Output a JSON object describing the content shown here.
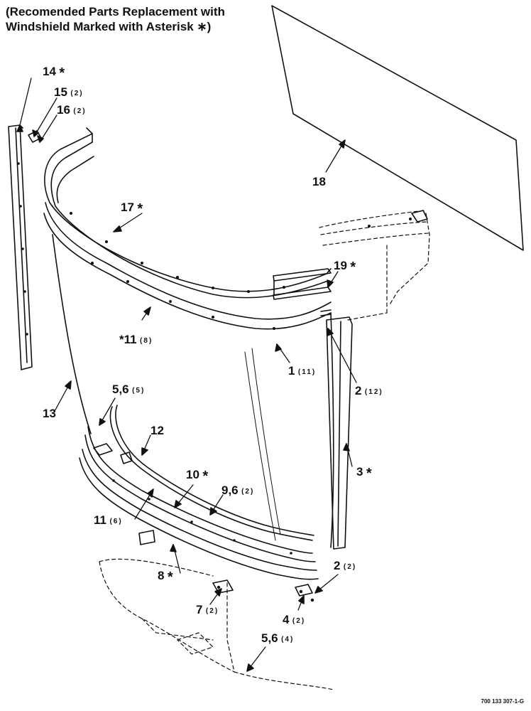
{
  "note": "(Recomended Parts Replacement with\nWindshield Marked with Asterisk ∗)",
  "drawing_code": "700 133 307-1-G",
  "callouts": [
    {
      "id": "c14",
      "num": "14",
      "qty": "",
      "star": "*"
    },
    {
      "id": "c15",
      "num": "15",
      "qty": "(2)",
      "star": ""
    },
    {
      "id": "c16",
      "num": "16",
      "qty": "(2)",
      "star": ""
    },
    {
      "id": "c18",
      "num": "18",
      "qty": "",
      "star": ""
    },
    {
      "id": "c17",
      "num": "17",
      "qty": "",
      "star": "*"
    },
    {
      "id": "c19",
      "num": "19",
      "qty": "",
      "star": "*"
    },
    {
      "id": "c11a",
      "num": "*11",
      "qty": "(8)",
      "star": ""
    },
    {
      "id": "c1",
      "num": "1",
      "qty": "(11)",
      "star": ""
    },
    {
      "id": "c2a",
      "num": "2",
      "qty": "(12)",
      "star": ""
    },
    {
      "id": "c13",
      "num": "13",
      "qty": "",
      "star": ""
    },
    {
      "id": "c56a",
      "num": "5,6",
      "qty": "(5)",
      "star": ""
    },
    {
      "id": "c12",
      "num": "12",
      "qty": "",
      "star": ""
    },
    {
      "id": "c3",
      "num": "3",
      "qty": "",
      "star": "*"
    },
    {
      "id": "c10",
      "num": "10",
      "qty": "",
      "star": "*"
    },
    {
      "id": "c96",
      "num": "9,6",
      "qty": "(2)",
      "star": ""
    },
    {
      "id": "c11b",
      "num": "11",
      "qty": "(6)",
      "star": ""
    },
    {
      "id": "c8",
      "num": "8",
      "qty": "",
      "star": "*"
    },
    {
      "id": "c2b",
      "num": "2",
      "qty": "(2)",
      "star": ""
    },
    {
      "id": "c7",
      "num": "7",
      "qty": "(2)",
      "star": ""
    },
    {
      "id": "c4",
      "num": "4",
      "qty": "(2)",
      "star": ""
    },
    {
      "id": "c56b",
      "num": "5,6",
      "qty": "(4)",
      "star": ""
    }
  ]
}
